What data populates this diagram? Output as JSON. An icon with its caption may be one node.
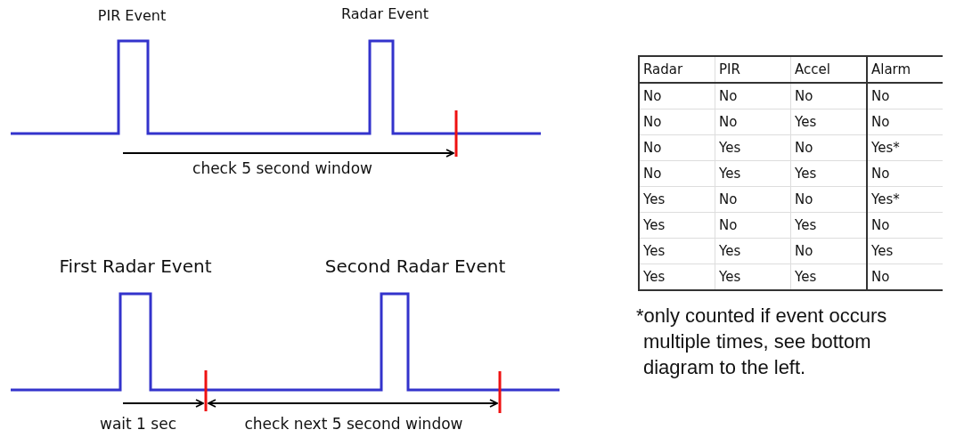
{
  "diagram": {
    "labels": [
      "PIR Event",
      "Radar Event",
      "check 5 second window",
      "First Radar Event",
      "Second Radar Event",
      "wait 1 sec",
      "check next 5 second window",
      "Radar",
      "PIR",
      "Accel",
      "Alarm",
      "No",
      "No",
      "No",
      "No",
      "No",
      "No",
      "Yes",
      "No",
      "No",
      "Yes",
      "No",
      "Yes*",
      "No",
      "Yes",
      "Yes",
      "No",
      "Yes",
      "No",
      "No",
      "Yes*",
      "Yes",
      "No",
      "Yes",
      "No",
      "Yes",
      "Yes",
      "No",
      "Yes",
      "Yes",
      "Yes",
      "Yes",
      "No",
      "*only counted if event occurs multiple times, see bottom diagram to the left."
    ]
  }
}
